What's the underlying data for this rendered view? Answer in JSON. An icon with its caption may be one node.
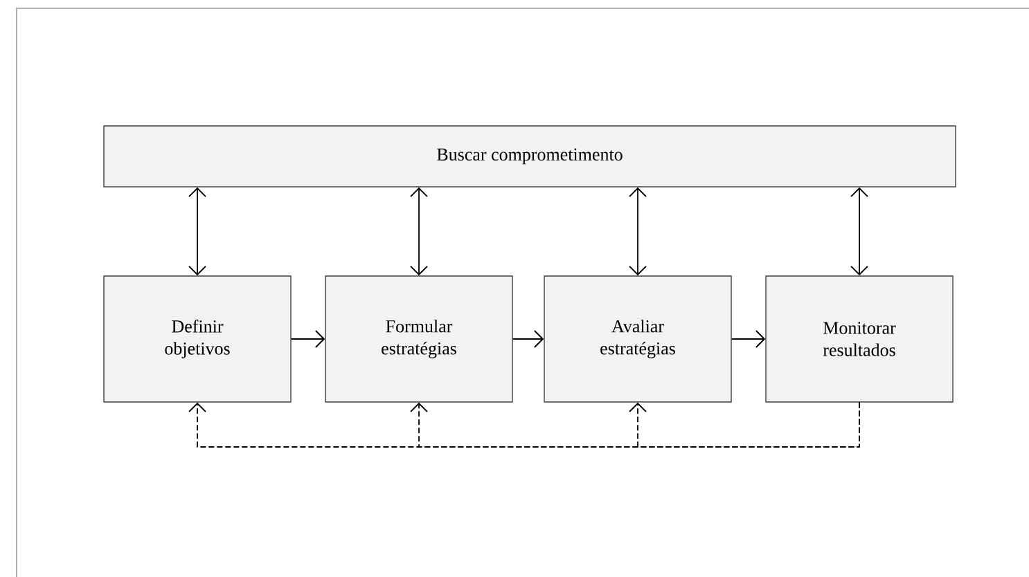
{
  "diagram": {
    "nodes": [
      {
        "text": [
          "Buscar comprometimento"
        ]
      },
      {
        "text": [
          "Definir objetivos"
        ]
      },
      {
        "text": [
          "Formular estratégias"
        ]
      },
      {
        "text": [
          "Avaliar estratégias"
        ]
      },
      {
        "text": [
          "Monitorar resultados"
        ]
      }
    ],
    "edges": [
      {
        "from": 0,
        "to": 1,
        "arrow": "both"
      },
      {
        "from": 0,
        "to": 2,
        "arrow": "both"
      },
      {
        "from": 0,
        "to": 3,
        "arrow": "both"
      },
      {
        "from": 0,
        "to": 4,
        "arrow": "both"
      },
      {
        "from": 1,
        "to": 2,
        "arrow": "to"
      },
      {
        "from": 2,
        "to": 3,
        "arrow": "to"
      },
      {
        "from": 3,
        "to": 4,
        "arrow": "to"
      },
      {
        "from": 4,
        "to": 1,
        "arrow": "to",
        "style": "dashed"
      },
      {
        "from": 4,
        "to": 2,
        "arrow": "to",
        "style": "dashed"
      },
      {
        "from": 4,
        "to": 3,
        "arrow": "to",
        "style": "dashed"
      }
    ]
  }
}
